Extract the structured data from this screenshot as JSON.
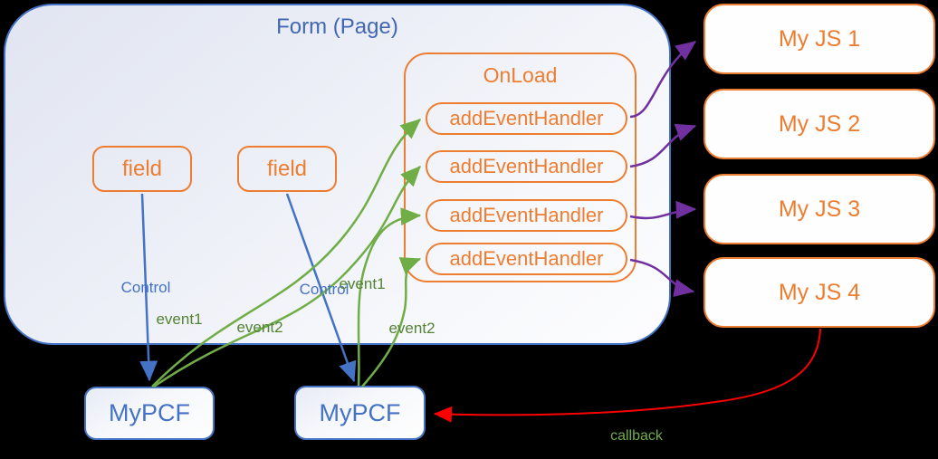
{
  "form": {
    "title": "Form (Page)"
  },
  "fields": [
    {
      "label": "field"
    },
    {
      "label": "field"
    }
  ],
  "onload": {
    "title": "OnLoad",
    "handlers": [
      "addEventHandler",
      "addEventHandler",
      "addEventHandler",
      "addEventHandler"
    ]
  },
  "js_modules": [
    {
      "label": "My JS 1"
    },
    {
      "label": "My JS 2"
    },
    {
      "label": "My JS 3"
    },
    {
      "label": "My JS 4"
    }
  ],
  "pcf": [
    {
      "label": "MyPCF"
    },
    {
      "label": "MyPCF"
    }
  ],
  "labels": {
    "control_1": "Control",
    "control_2": "Control",
    "event1_a": "event1",
    "event2_a": "event2",
    "event1_b": "event1",
    "event2_b": "event2",
    "callback": "callback"
  },
  "colors": {
    "background": "#000000",
    "blue": "#4472C4",
    "orange": "#ED7D31",
    "green_line": "#70AD47",
    "green_text": "#548235",
    "purple": "#7030A0",
    "red": "#FF0000"
  }
}
